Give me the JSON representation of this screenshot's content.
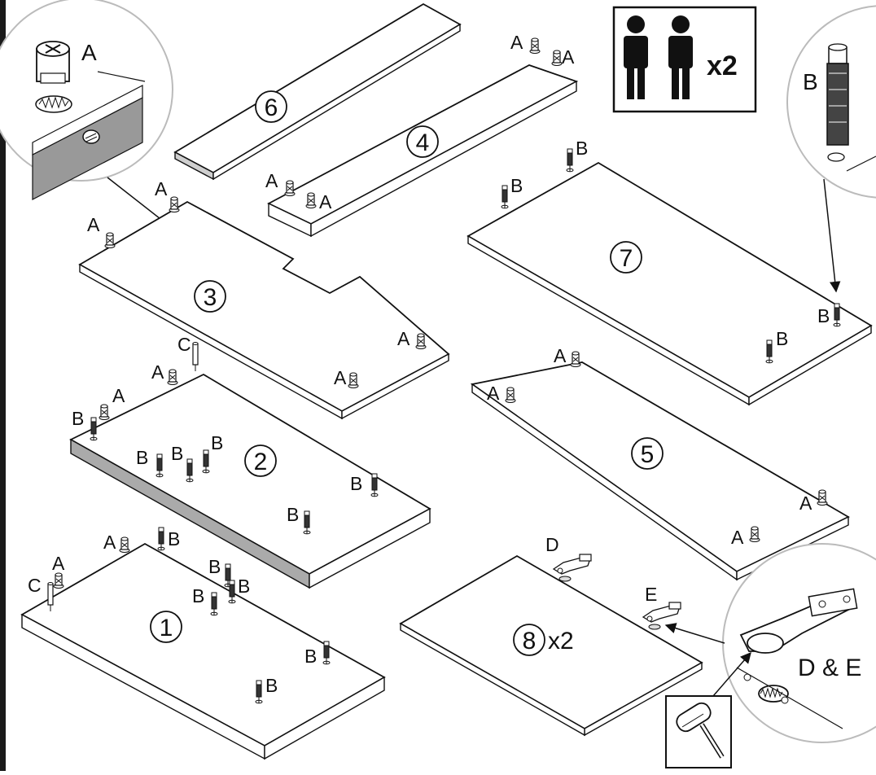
{
  "panels": [
    {
      "id": "1",
      "label": "1"
    },
    {
      "id": "2",
      "label": "2"
    },
    {
      "id": "3",
      "label": "3"
    },
    {
      "id": "4",
      "label": "4"
    },
    {
      "id": "5",
      "label": "5"
    },
    {
      "id": "6",
      "label": "6"
    },
    {
      "id": "7",
      "label": "7"
    },
    {
      "id": "8",
      "label": "8",
      "qty": "x2"
    }
  ],
  "people": {
    "qty": "x2"
  },
  "parts": {
    "a": "A",
    "b": "B",
    "c": "C",
    "d": "D",
    "e": "E",
    "de": "D & E"
  },
  "icons": [
    "person-icon",
    "cam-lock-icon",
    "dowel-icon",
    "hinge-icon",
    "rubber-mallet-icon"
  ]
}
